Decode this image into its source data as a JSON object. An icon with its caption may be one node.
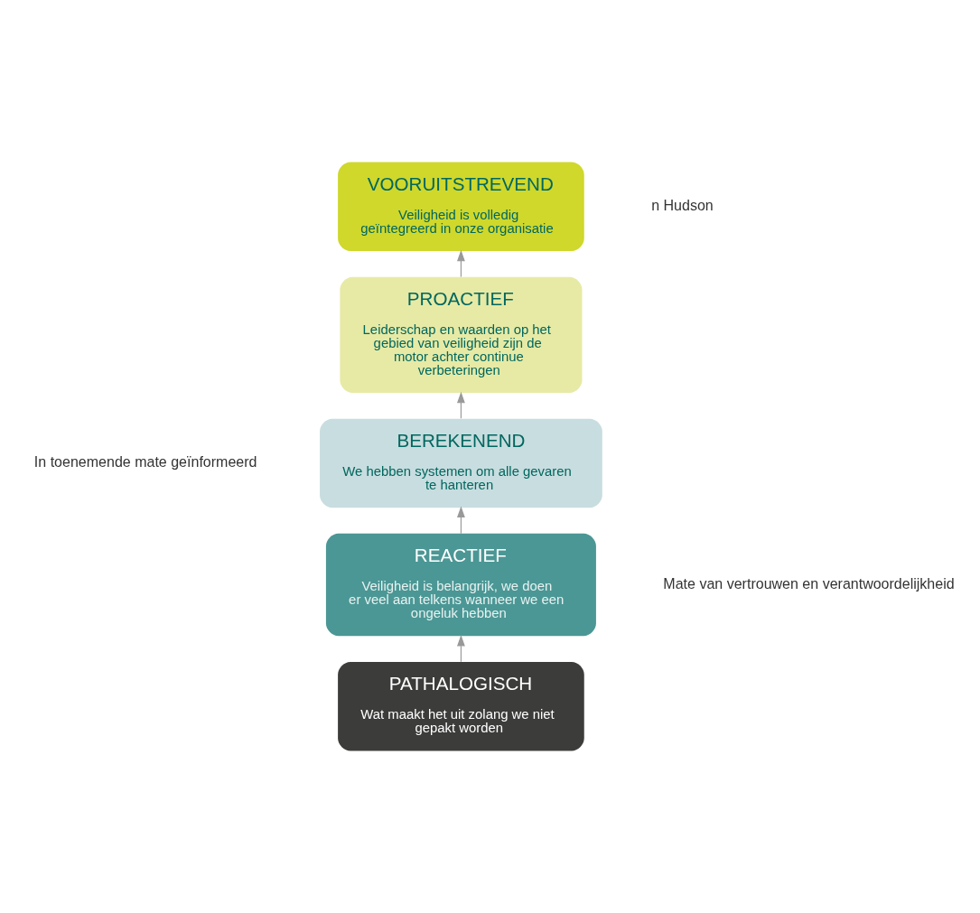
{
  "diagram": {
    "nodes": [
      {
        "text": [
          "PATHALOGISCH",
          "Wat maakt het uit zolang we niet gepakt worden"
        ]
      },
      {
        "text": [
          "REACTIEF",
          "Veiligheid is belangrijk, we doen er veel aan telkens wanneer we een ongeluk hebben"
        ]
      },
      {
        "text": [
          "BEREKENEND",
          "We hebben systemen om alle gevaren te hanteren"
        ]
      },
      {
        "text": [
          "PROACTIEF",
          "Leiderschap en waarden op het gebied van veiligheid zijn de motor achter continue verbeteringen"
        ]
      },
      {
        "text": [
          "VOORUITSTREVEND",
          "Veiligheid is volledig geïntegreerd in onze organisatie"
        ]
      }
    ],
    "edges": [
      {
        "from": 0,
        "to": 1,
        "arrow": "to"
      },
      {
        "from": 1,
        "to": 2,
        "arrow": "to"
      },
      {
        "from": 2,
        "to": 3,
        "arrow": "to"
      },
      {
        "from": 3,
        "to": 4,
        "arrow": "to"
      }
    ],
    "labels": [
      "n Hudson",
      "In toenemende mate geïnformeerd",
      "Mate van vertrouwen en verantwoordelijkheid"
    ]
  }
}
